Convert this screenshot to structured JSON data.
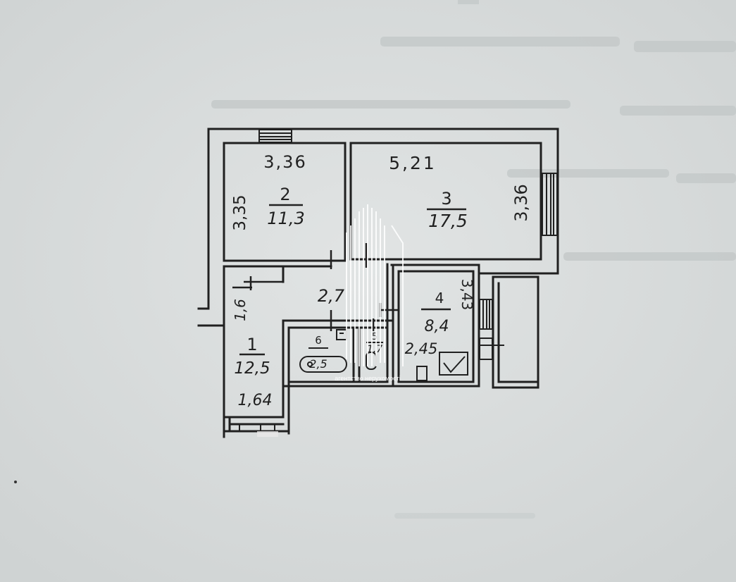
{
  "colors": {
    "paper": "#d9dcdc",
    "ink": "#222222",
    "watermark": "#ffffff"
  },
  "plan": {
    "rooms": [
      {
        "number": "1",
        "area": "12,5",
        "dims": [
          "1,6",
          "1,64"
        ]
      },
      {
        "number": "2",
        "area": "11,3",
        "dims": [
          "3,36",
          "3,35"
        ]
      },
      {
        "number": "3",
        "area": "17,5",
        "dims": [
          "5,21",
          "3,36"
        ]
      },
      {
        "number": "4",
        "area": "8,4",
        "dims": [
          "3,43",
          "2,45"
        ]
      },
      {
        "number": "5",
        "area": "1,7"
      },
      {
        "number": "6",
        "area": "2,5"
      }
    ],
    "corridor_dim": "2,7"
  },
  "watermark": {
    "text": "агентство нерухомості"
  }
}
